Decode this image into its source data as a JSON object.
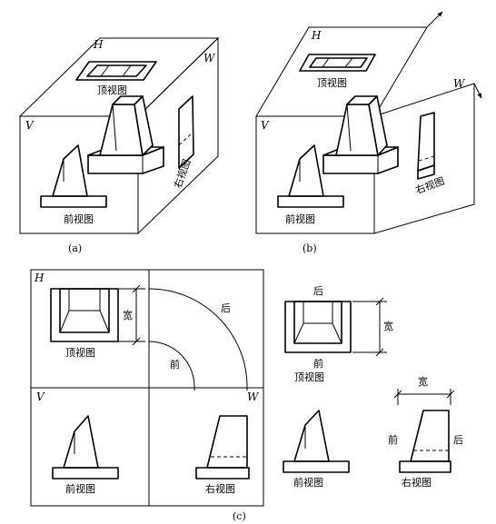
{
  "panel_a": {
    "caption": "(a)",
    "plane_h": "H",
    "plane_v": "V",
    "plane_w": "W",
    "top_view": "顶视图",
    "front_view": "前视图",
    "right_view": "右视图"
  },
  "panel_b": {
    "caption": "(b)",
    "plane_h": "H",
    "plane_v": "V",
    "plane_w": "W",
    "top_view": "顶视图",
    "front_view": "前视图",
    "right_view": "右视图"
  },
  "panel_c": {
    "caption": "(c)",
    "plane_h": "H",
    "plane_v": "V",
    "plane_w": "W",
    "top_view": "顶视图",
    "front_view": "前视图",
    "right_view": "右视图",
    "width_label": "宽",
    "front_label": "前",
    "back_label": "后",
    "sep_back": "后",
    "sep_front": "前",
    "sep_width": "宽",
    "sep_top_view": "顶视图",
    "sep_width_right": "宽",
    "sep_right_front": "前",
    "sep_right_back": "后",
    "sep_front_view": "前视图",
    "sep_right_view": "右视图"
  }
}
